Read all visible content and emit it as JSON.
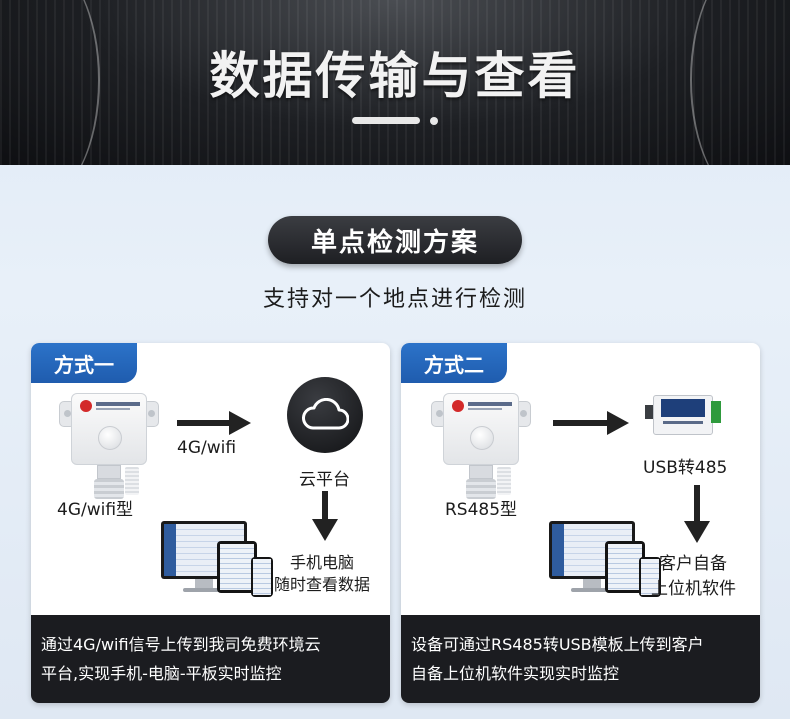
{
  "header": {
    "title": "数据传输与查看"
  },
  "section": {
    "pill": "单点检测方案",
    "subtitle": "支持对一个地点进行检测"
  },
  "cards": [
    {
      "tag": "方式一",
      "device_label": "4G/wifi型",
      "link_label": "4G/wifi",
      "target_label": "云平台",
      "view_line1": "手机电脑",
      "view_line2": "随时查看数据",
      "footer_line1": "通过4G/wifi信号上传到我司免费环境云",
      "footer_line2": "平台,实现手机-电脑-平板实时监控"
    },
    {
      "tag": "方式二",
      "device_label": "RS485型",
      "target_label": "USB转485",
      "view_line1": "客户自备",
      "view_line2": "上位机软件",
      "footer_line1": "设备可通过RS485转USB模板上传到客户",
      "footer_line2": "自备上位机软件实现实时监控"
    }
  ],
  "icons": {
    "cloud": "cloud-icon",
    "arrow": "arrow-icon",
    "device": "sensor-device-icon",
    "computer": "computer-tablet-phone-icon",
    "module": "usb-485-converter-icon"
  },
  "colors": {
    "accent_blue": "#2c73c9",
    "dark": "#1b1c20",
    "background": "#e3ecf6"
  }
}
